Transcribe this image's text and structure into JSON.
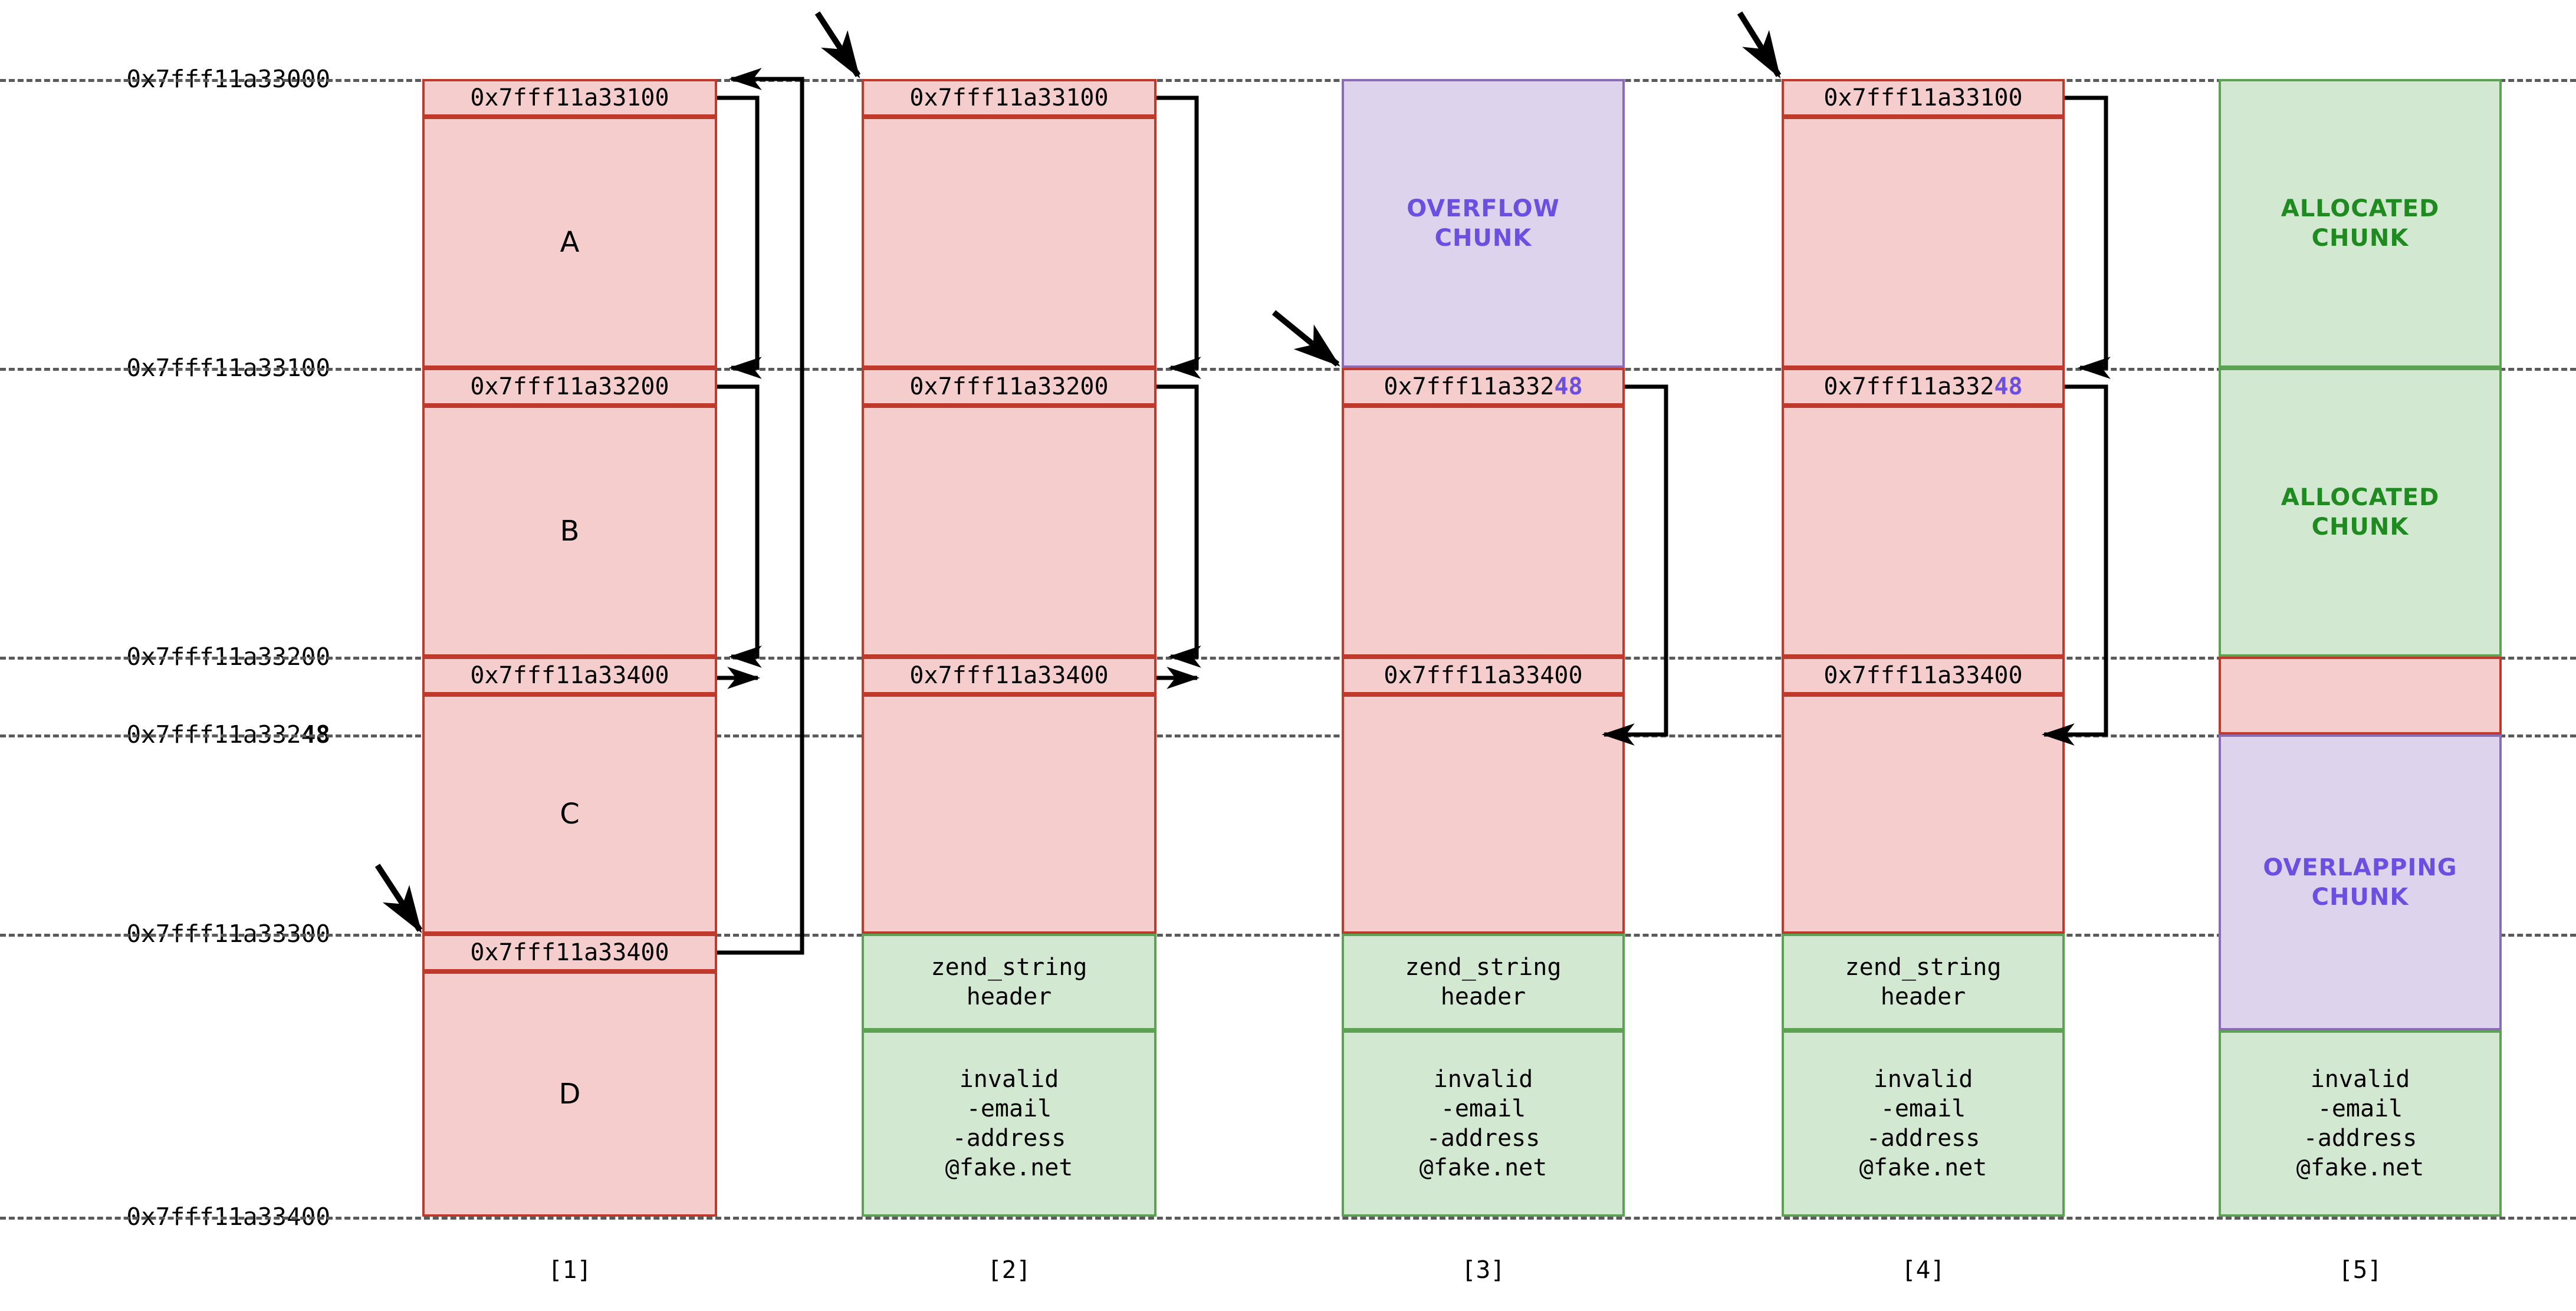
{
  "diagram": {
    "title": "PHP heap chunk overflow / overlapping chunk diagram",
    "colors": {
      "chunk_red_fill": "#f6cdcd",
      "chunk_red_border": "#c0392b",
      "chunk_green_fill": "#d3e8d1",
      "chunk_green_border": "#5ba352",
      "chunk_purple_fill": "#ded3ec",
      "chunk_purple_border": "#8b6bb5",
      "highlight_purple_text": "#6a4fe0",
      "allocated_green_text": "#1f8a1f",
      "gridline": "#5a5a5a"
    }
  },
  "axis": {
    "labels": [
      {
        "id": "addr-33000",
        "text": "0x7fff11a33000",
        "bold_suffix": ""
      },
      {
        "id": "addr-33100",
        "text": "0x7fff11a33100",
        "bold_suffix": ""
      },
      {
        "id": "addr-33200",
        "text": "0x7fff11a33200",
        "bold_suffix": ""
      },
      {
        "id": "addr-33248",
        "text": "0x7fff11a332",
        "bold_suffix": "48"
      },
      {
        "id": "addr-33300",
        "text": "0x7fff11a33300",
        "bold_suffix": ""
      },
      {
        "id": "addr-33400",
        "text": "0x7fff11a33400",
        "bold_suffix": ""
      }
    ]
  },
  "columns": [
    {
      "label": "[1]",
      "blocks": [
        {
          "kind": "header",
          "color": "red",
          "text": "0x7fff11a33100"
        },
        {
          "kind": "body",
          "color": "red",
          "text": "A"
        },
        {
          "kind": "header",
          "color": "red",
          "text": "0x7fff11a33200"
        },
        {
          "kind": "body",
          "color": "red",
          "text": "B"
        },
        {
          "kind": "header",
          "color": "red",
          "text": "0x7fff11a33400"
        },
        {
          "kind": "body",
          "color": "red",
          "text": "C"
        },
        {
          "kind": "header",
          "color": "red",
          "text": "0x7fff11a33400"
        },
        {
          "kind": "body",
          "color": "red",
          "text": "D"
        }
      ]
    },
    {
      "label": "[2]",
      "blocks": [
        {
          "kind": "header",
          "color": "red",
          "text": "0x7fff11a33100"
        },
        {
          "kind": "body",
          "color": "red",
          "text": ""
        },
        {
          "kind": "header",
          "color": "red",
          "text": "0x7fff11a33200"
        },
        {
          "kind": "body",
          "color": "red",
          "text": ""
        },
        {
          "kind": "header",
          "color": "red",
          "text": "0x7fff11a33400"
        },
        {
          "kind": "body",
          "color": "red",
          "text": ""
        },
        {
          "kind": "body",
          "color": "green",
          "text": "zend_string\nheader"
        },
        {
          "kind": "body",
          "color": "green",
          "text": "invalid\n-email\n-address\n@fake.net"
        }
      ]
    },
    {
      "label": "[3]",
      "blocks": [
        {
          "kind": "tag",
          "color": "purple",
          "text": "OVERFLOW\nCHUNK"
        },
        {
          "kind": "header",
          "color": "red",
          "text": "0x7fff11a332",
          "highlight": "48"
        },
        {
          "kind": "body",
          "color": "red",
          "text": ""
        },
        {
          "kind": "header",
          "color": "red",
          "text": "0x7fff11a33400"
        },
        {
          "kind": "body",
          "color": "red",
          "text": ""
        },
        {
          "kind": "body",
          "color": "green",
          "text": "zend_string\nheader"
        },
        {
          "kind": "body",
          "color": "green",
          "text": "invalid\n-email\n-address\n@fake.net"
        }
      ]
    },
    {
      "label": "[4]",
      "blocks": [
        {
          "kind": "header",
          "color": "red",
          "text": "0x7fff11a33100"
        },
        {
          "kind": "body",
          "color": "red",
          "text": ""
        },
        {
          "kind": "header",
          "color": "red",
          "text": "0x7fff11a332",
          "highlight": "48"
        },
        {
          "kind": "body",
          "color": "red",
          "text": ""
        },
        {
          "kind": "header",
          "color": "red",
          "text": "0x7fff11a33400"
        },
        {
          "kind": "body",
          "color": "red",
          "text": ""
        },
        {
          "kind": "body",
          "color": "green",
          "text": "zend_string\nheader"
        },
        {
          "kind": "body",
          "color": "green",
          "text": "invalid\n-email\n-address\n@fake.net"
        }
      ]
    },
    {
      "label": "[5]",
      "blocks": [
        {
          "kind": "tag",
          "color": "green",
          "text": "ALLOCATED\nCHUNK"
        },
        {
          "kind": "tag",
          "color": "green",
          "text": "ALLOCATED\nCHUNK"
        },
        {
          "kind": "body",
          "color": "red",
          "text": ""
        },
        {
          "kind": "tag",
          "color": "purple",
          "text": "OVERLAPPING\nCHUNK"
        },
        {
          "kind": "body",
          "color": "green",
          "text": "invalid\n-email\n-address\n@fake.net"
        }
      ]
    }
  ]
}
